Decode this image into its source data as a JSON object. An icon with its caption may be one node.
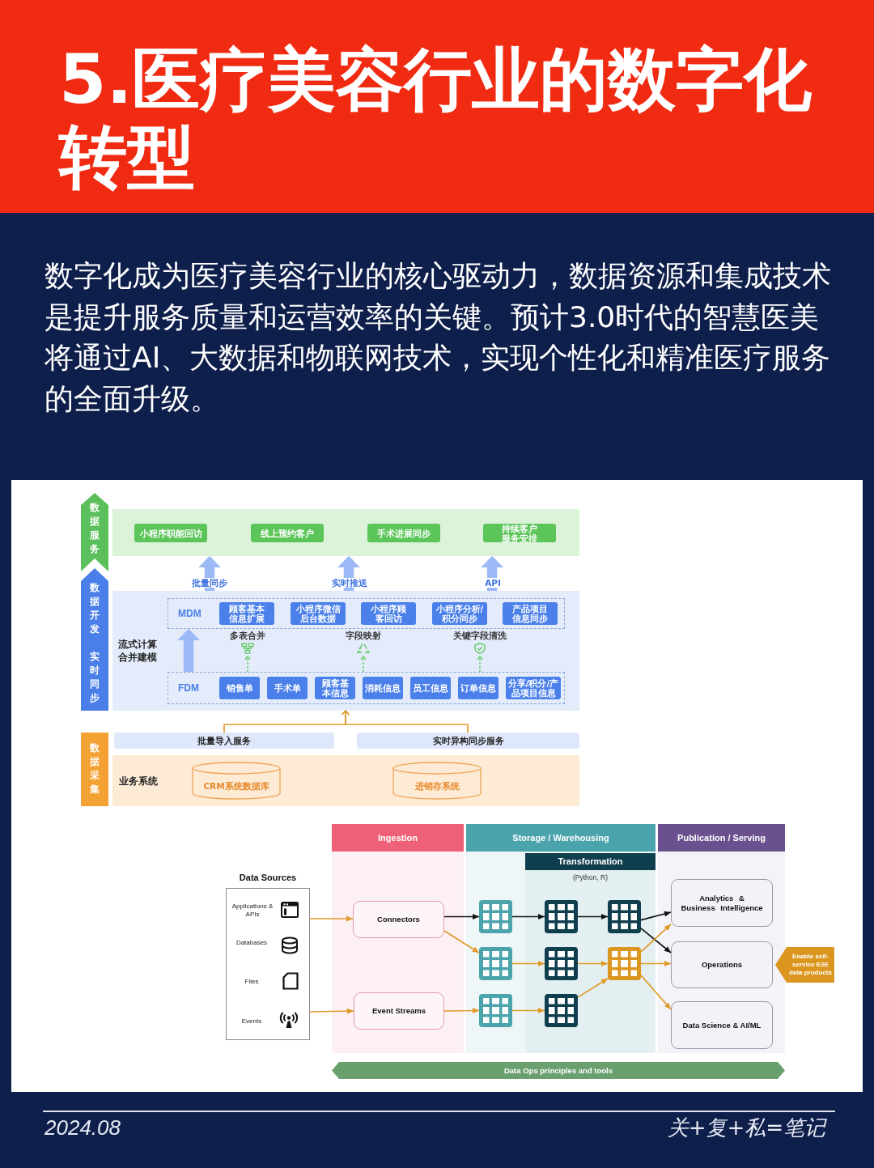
{
  "diagram": {
    "title": "5.医疗美容行业的数字化转型",
    "nodes": [
      {
        "text": [
          "数据服务"
        ]
      },
      {
        "text": [],
        "shape": "box"
      },
      {
        "text": [
          "小程序职能回访"
        ],
        "in": 1
      },
      {
        "text": [
          "线上预约客户"
        ],
        "in": 1
      },
      {
        "text": [
          "手术进展同步"
        ],
        "in": 1
      },
      {
        "text": [
          "持续客户服务安排"
        ],
        "in": 1
      },
      {
        "text": [
          "数据开发",
          "实时同步"
        ]
      },
      {
        "text": [],
        "shape": "box"
      },
      {
        "text": [
          "MDM"
        ],
        "in": 7
      },
      {
        "text": [
          "顾客基本信息扩展"
        ],
        "in": 8
      },
      {
        "text": [
          "小程序微信后台数据"
        ],
        "in": 8
      },
      {
        "text": [
          "小程序顾客回访"
        ],
        "in": 8
      },
      {
        "text": [
          "小程序分析/积分同步"
        ],
        "in": 8
      },
      {
        "text": [
          "产品项目信息同步"
        ],
        "in": 8
      },
      {
        "text": [
          "多表合并"
        ],
        "in": 7
      },
      {
        "text": [
          "字段映射"
        ],
        "in": 7
      },
      {
        "text": [
          "关键字段清洗"
        ],
        "in": 7
      },
      {
        "text": [
          "FDM"
        ],
        "in": 7
      },
      {
        "text": [
          "销售单"
        ],
        "in": 17
      },
      {
        "text": [
          "手术单"
        ],
        "in": 17
      },
      {
        "text": [
          "顾客基本信息"
        ],
        "in": 17
      },
      {
        "text": [
          "消耗信息"
        ],
        "in": 17
      },
      {
        "text": [
          "员工信息"
        ],
        "in": 17
      },
      {
        "text": [
          "订单信息"
        ],
        "in": 17
      },
      {
        "text": [
          "分享/积分/产品项目信息"
        ],
        "in": 17
      },
      {
        "text": [
          "数据采集"
        ]
      },
      {
        "text": [
          "批量导入服务"
        ]
      },
      {
        "text": [
          "实时异构同步服务"
        ]
      },
      {
        "text": [
          "业务系统"
        ]
      },
      {
        "text": [
          "CRM系统数据库"
        ],
        "in": 28
      },
      {
        "text": [
          "进销存系统"
        ],
        "in": 28
      },
      {
        "text": [
          "Ingestion"
        ]
      },
      {
        "text": [
          "Storage / Warehousing"
        ]
      },
      {
        "text": [
          "Transformation",
          "(Python, R)"
        ],
        "in": 32
      },
      {
        "text": [
          "Publication / Serving"
        ]
      },
      {
        "text": [
          "Data Sources"
        ]
      },
      {
        "text": [
          "Connectors"
        ],
        "in": 31
      },
      {
        "text": [],
        "shape": "picture",
        "in": 32
      },
      {
        "text": [],
        "shape": "picture",
        "in": 33
      },
      {
        "text": [],
        "shape": "picture",
        "in": 33
      },
      {
        "text": [
          "Analytics & Business Intelligence"
        ],
        "in": 34
      },
      {
        "text": [],
        "shape": "picture",
        "in": 32
      },
      {
        "text": [],
        "shape": "picture",
        "in": 33
      },
      {
        "text": [],
        "shape": "picture",
        "in": 33
      },
      {
        "text": [
          "Operations"
        ],
        "in": 34
      },
      {
        "text": [
          "Enable self-service E2E data products"
        ]
      },
      {
        "text": [
          "Event Streams"
        ],
        "in": 31
      },
      {
        "text": [],
        "shape": "picture",
        "in": 32
      },
      {
        "text": [],
        "shape": "picture",
        "in": 33
      },
      {
        "text": [
          "Data Science & AI/ML"
        ],
        "in": 34
      },
      {
        "text": [
          "Data Ops principles and tools"
        ]
      }
    ],
    "edges": [
      {
        "from": 7,
        "to": 1,
        "arrow": "to",
        "label": "批量同步",
        "style": "thick",
        "color": "#9cbaf5"
      },
      {
        "from": 7,
        "to": 1,
        "arrow": "to",
        "label": "实时推送",
        "style": "thick",
        "color": "#9cbaf5"
      },
      {
        "from": 7,
        "to": 1,
        "arrow": "to",
        "label": "API",
        "style": "thick",
        "color": "#9cbaf5"
      },
      {
        "from": 17,
        "to": 8,
        "arrow": "to",
        "label": "流式计算合并建模",
        "style": "thick",
        "color": "#9cbaf5"
      },
      {
        "from": 17,
        "to": 14,
        "arrow": "to",
        "style": "dashed",
        "color": "#5cc75c"
      },
      {
        "from": 17,
        "to": 15,
        "arrow": "to",
        "style": "dashed",
        "color": "#5cc75c"
      },
      {
        "from": 17,
        "to": 16,
        "arrow": "to",
        "style": "dashed",
        "color": "#5cc75c"
      },
      {
        "from": 26,
        "to": 7,
        "arrow": "to"
      },
      {
        "from": 27,
        "to": 7,
        "arrow": "to"
      },
      {
        "from": 35,
        "to": 36,
        "arrow": "to"
      },
      {
        "from": 35,
        "to": 46,
        "arrow": "to"
      },
      {
        "from": 36,
        "to": 37,
        "arrow": "to",
        "color": "#111111"
      },
      {
        "from": 36,
        "to": 41,
        "arrow": "to"
      },
      {
        "from": 46,
        "to": 47,
        "arrow": "to"
      },
      {
        "from": 37,
        "to": 38,
        "arrow": "to",
        "color": "#111111"
      },
      {
        "from": 38,
        "to": 39,
        "arrow": "to",
        "color": "#111111"
      },
      {
        "from": 41,
        "to": 42,
        "arrow": "to"
      },
      {
        "from": 42,
        "to": 43,
        "arrow": "to"
      },
      {
        "from": 47,
        "to": 48,
        "arrow": "to"
      },
      {
        "from": 48,
        "to": 43,
        "arrow": "to"
      },
      {
        "from": 39,
        "to": 40,
        "arrow": "to",
        "color": "#111111"
      },
      {
        "from": 39,
        "to": 44,
        "arrow": "to",
        "color": "#111111"
      },
      {
        "from": 43,
        "to": 40,
        "arrow": "to"
      },
      {
        "from": 43,
        "to": 44,
        "arrow": "to"
      },
      {
        "from": 43,
        "to": 49,
        "arrow": "to"
      }
    ],
    "labels": [
      "数字化成为医疗美容行业的核心驱动力，数据资源和集成技术是提升服务质量和运营效率的关键。预计3.0时代的智慧医美将通过AI、大数据和物联网技术，实现个性化和精准医疗服务的全面升级。",
      "Applications & APIs",
      "Databases",
      "Files",
      "Events",
      "2024.08",
      "关+复+私=笔记"
    ]
  }
}
